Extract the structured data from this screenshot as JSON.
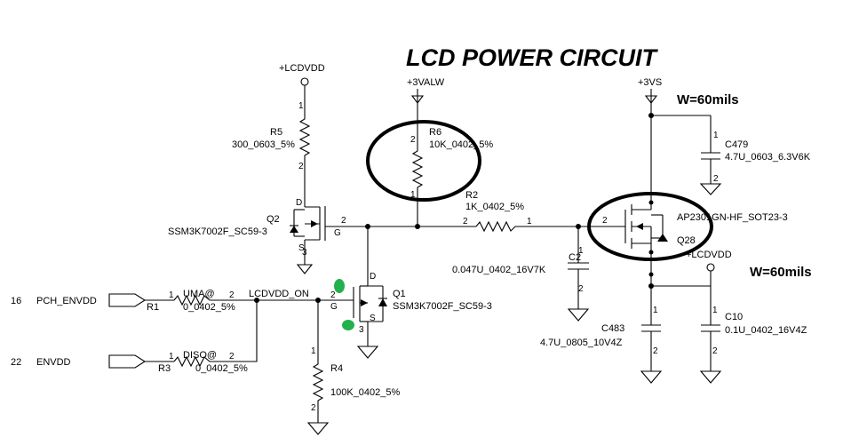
{
  "title": "LCD POWER CIRCUIT",
  "width_notes": {
    "top": "W=60mils",
    "bottom": "W=60mils"
  },
  "power_labels": {
    "lcdvdd_top": "+LCDVDD",
    "v3valw": "+3VALW",
    "v3vs": "+3VS",
    "lcdvdd_out": "+LCDVDD"
  },
  "ports": [
    {
      "num": "16",
      "name": "PCH_ENVDD"
    },
    {
      "num": "22",
      "name": "ENVDD"
    }
  ],
  "net_labels": {
    "lcdvdd_on": "LCDVDD_ON"
  },
  "components": {
    "r5": {
      "ref": "R5",
      "value": "300_0603_5%"
    },
    "r6": {
      "ref": "R6",
      "value": "10K_0402_5%"
    },
    "r2": {
      "ref": "R2",
      "value": "1K_0402_5%"
    },
    "r1": {
      "ref": "R1",
      "option": "UMA@",
      "value": "0_0402_5%"
    },
    "r3": {
      "ref": "R3",
      "option": "DISO@",
      "value": "0_0402_5%"
    },
    "r4": {
      "ref": "R4",
      "value": "100K_0402_5%"
    },
    "q2": {
      "ref": "Q2",
      "value": "SSM3K7002F_SC59-3"
    },
    "q1": {
      "ref": "Q1",
      "value": "SSM3K7002F_SC59-3"
    },
    "q28": {
      "ref": "Q28",
      "value": "AP2301GN-HF_SOT23-3"
    },
    "c2": {
      "ref": "C2",
      "value": "0.047U_0402_16V7K"
    },
    "c479": {
      "ref": "C479",
      "value": "4.7U_0603_6.3V6K"
    },
    "c483": {
      "ref": "C483",
      "value": "4.7U_0805_10V4Z"
    },
    "c10": {
      "ref": "C10",
      "value": "0.1U_0402_16V4Z"
    }
  },
  "pin_labels": {
    "one": "1",
    "two": "2",
    "three": "3",
    "d": "D",
    "g": "G",
    "s": "S"
  },
  "colors": {
    "wire": "#000000",
    "marker_green": "#22b14c"
  }
}
